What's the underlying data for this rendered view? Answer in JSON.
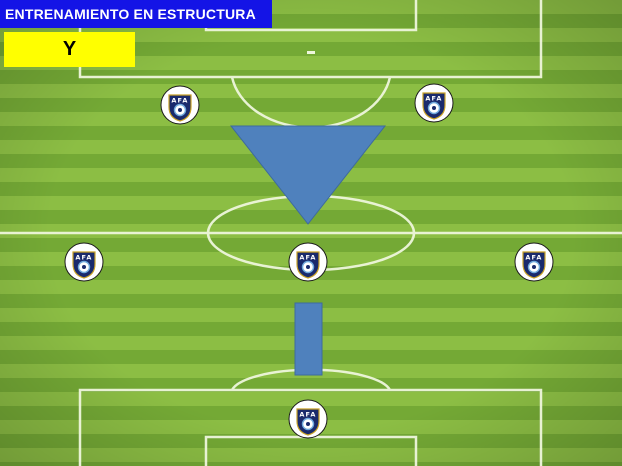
{
  "header": {
    "title": "ENTRENAMIENTO EN ESTRUCTURA"
  },
  "exercise": {
    "label": "Y"
  },
  "players": [
    {
      "name": "player-top-left",
      "badge": "AFA"
    },
    {
      "name": "player-top-right",
      "badge": "AFA"
    },
    {
      "name": "player-mid-left",
      "badge": "AFA"
    },
    {
      "name": "player-mid-center",
      "badge": "AFA"
    },
    {
      "name": "player-mid-right",
      "badge": "AFA"
    },
    {
      "name": "player-bottom",
      "badge": "AFA"
    }
  ],
  "colors": {
    "title_bg": "#1414e6",
    "label_bg": "#ffff00",
    "shape_fill": "#4f81bd",
    "grass_light": "#8dbf45",
    "grass_dark": "#73a834"
  }
}
